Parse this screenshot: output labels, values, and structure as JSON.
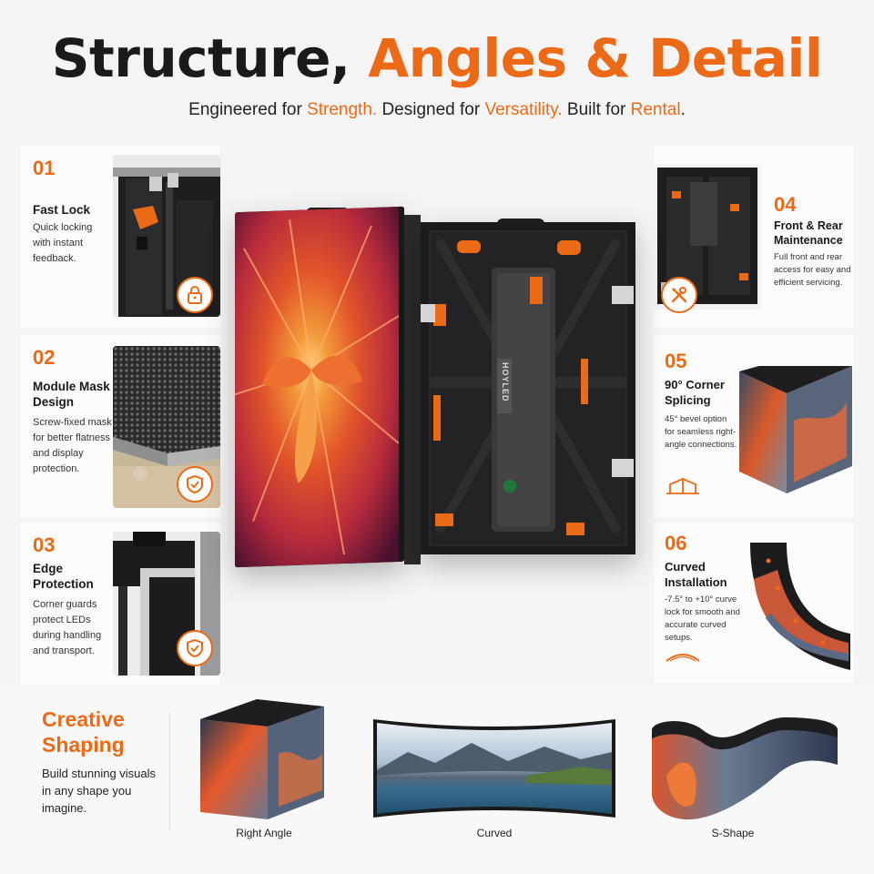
{
  "header": {
    "title_part1": "Structure, ",
    "title_part2": "Angles & Detail",
    "subtitle": {
      "t1": "Engineered for ",
      "h1": "Strength.",
      "t2": " Designed for ",
      "h2": "Versatility.",
      "t3": " Built for ",
      "h3": "Rental",
      "t4": "."
    }
  },
  "features": [
    {
      "num": "01",
      "title": "Fast Lock",
      "desc": "Quick locking with instant feedback.",
      "icon": "padlock-icon"
    },
    {
      "num": "02",
      "title": "Module Mask Design",
      "desc": "Screw-fixed mask for better flatness and display protection.",
      "icon": "shield-check-icon"
    },
    {
      "num": "03",
      "title": "Edge Protection",
      "desc": "Corner guards protect LEDs during handling and transport.",
      "icon": "shield-check-icon"
    },
    {
      "num": "04",
      "title": "Front & Rear Maintenance",
      "desc": "Full front and rear access for easy and efficient servicing.",
      "icon": "wrench-screwdriver-icon"
    },
    {
      "num": "05",
      "title": "90° Corner Splicing",
      "desc": "45° bevel option for seamless right-angle connections.",
      "icon": "corner-icon"
    },
    {
      "num": "06",
      "title": "Curved Installation",
      "desc": "-7.5° to +10° curve lock for smooth and accurate curved setups.",
      "icon": "curve-icon"
    }
  ],
  "product": {
    "brand": "HOYLED"
  },
  "creative": {
    "title": "Creative Shaping",
    "desc": "Build stunning visuals in any shape you imagine.",
    "shapes": [
      "Right Angle",
      "Curved",
      "S-Shape"
    ]
  },
  "colors": {
    "accent": "#ec6a16",
    "dark": "#1a1a1a"
  }
}
